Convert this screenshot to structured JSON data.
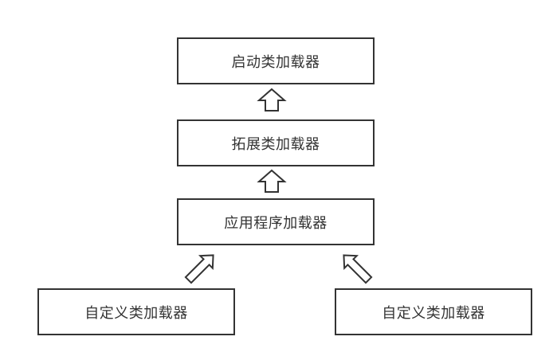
{
  "diagram": {
    "nodes": {
      "bootstrap": "启动类加载器",
      "extension": "拓展类加载器",
      "application": "应用程序加载器",
      "custom_left": "自定义类加载器",
      "custom_right": "自定义类加载器"
    },
    "edges": [
      {
        "from": "extension",
        "to": "bootstrap"
      },
      {
        "from": "application",
        "to": "extension"
      },
      {
        "from": "custom_left",
        "to": "application"
      },
      {
        "from": "custom_right",
        "to": "application"
      }
    ]
  }
}
